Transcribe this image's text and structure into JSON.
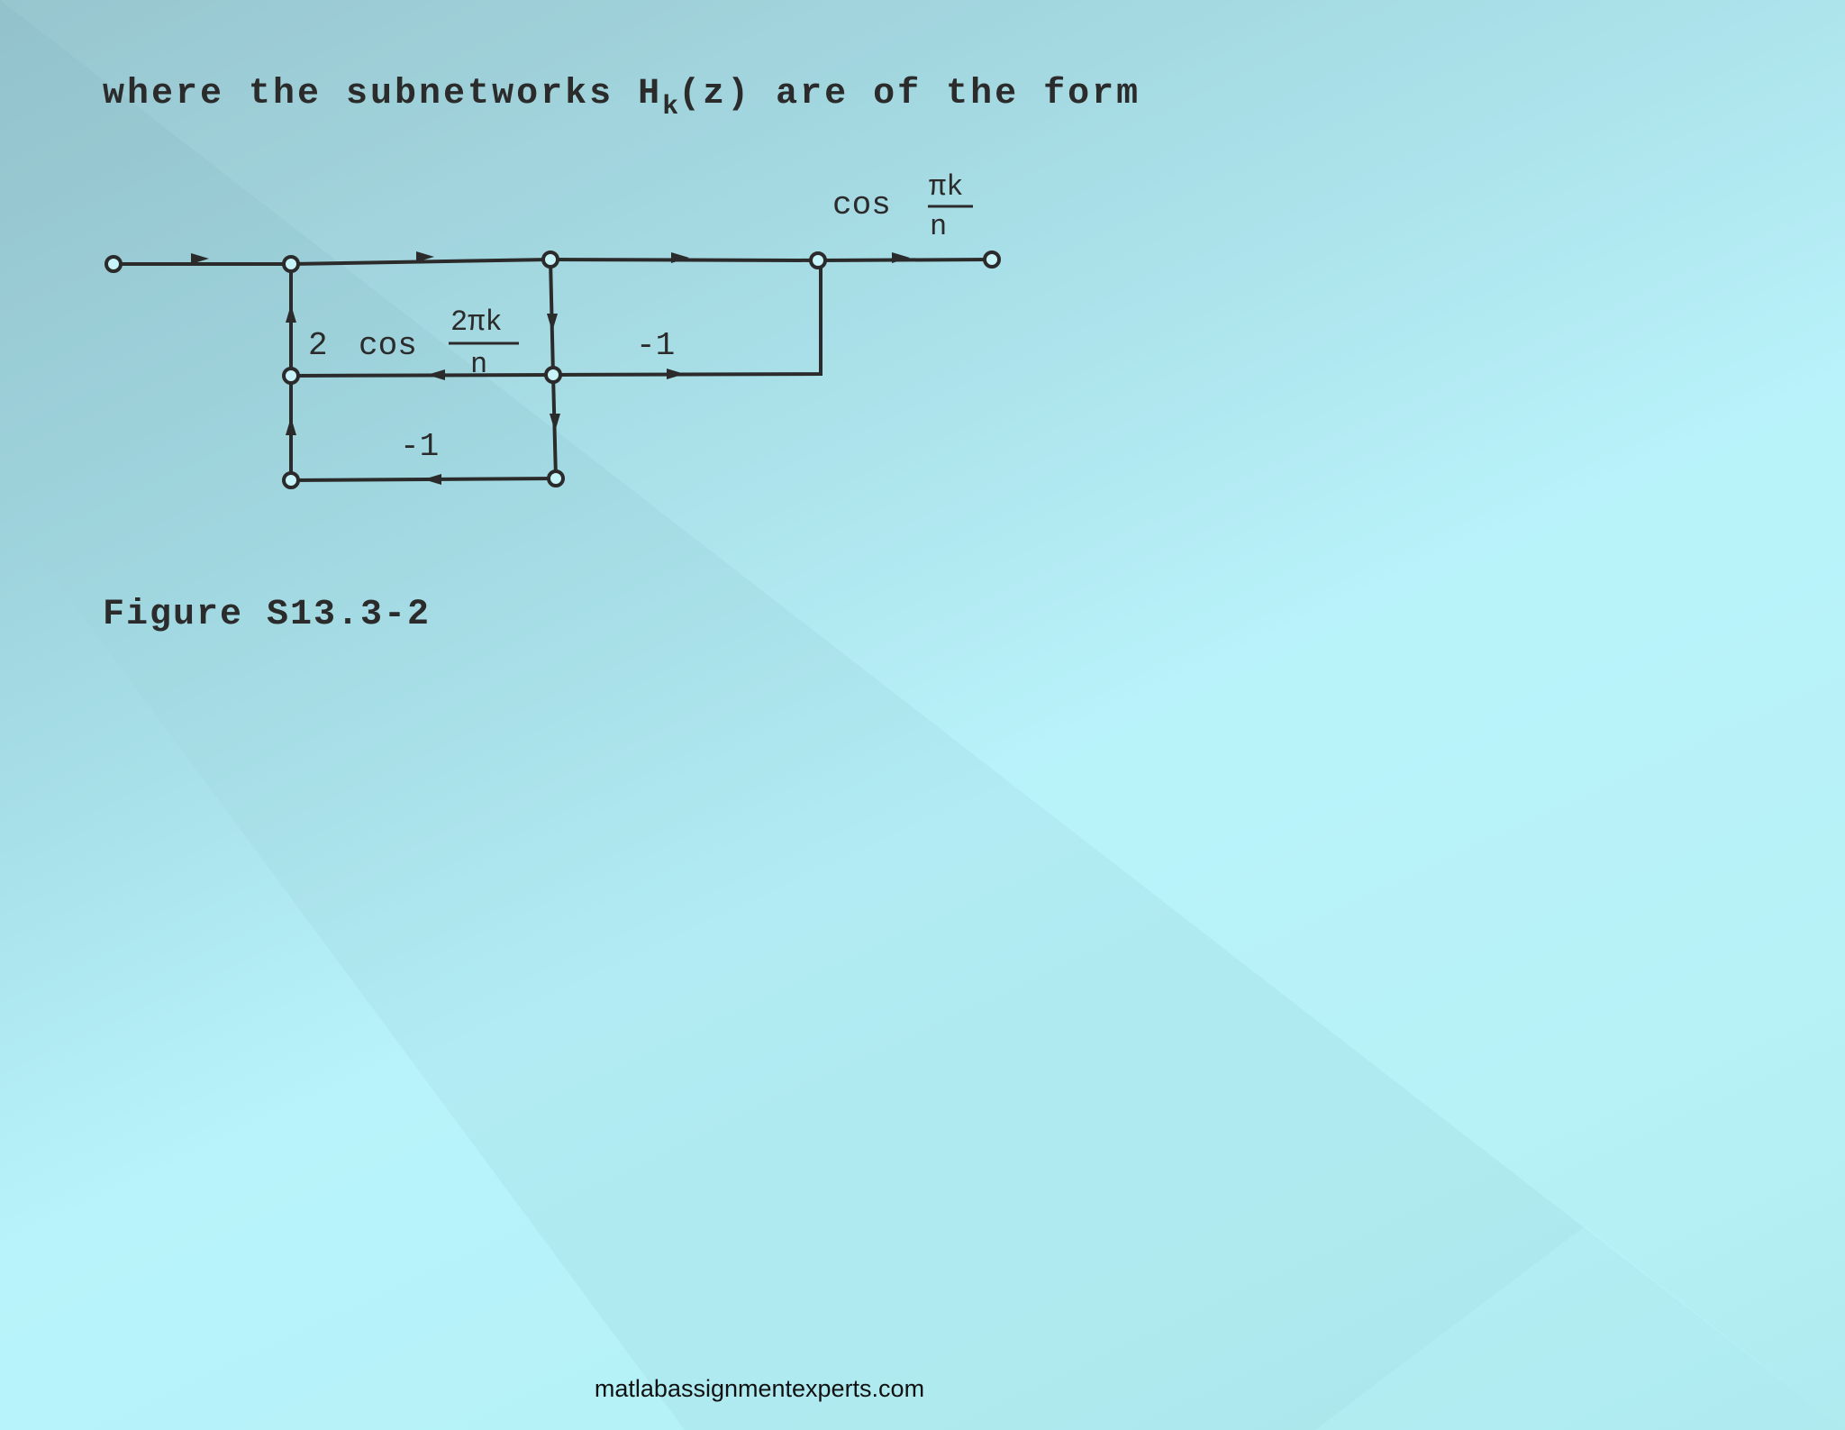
{
  "slide": {
    "heading": {
      "prefix": "where the subnetworks H",
      "subscript": "k",
      "suffix": "(z) are of the form"
    },
    "diagram": {
      "gain_top_right": {
        "func": "cos",
        "numerator": "πk",
        "denominator": "n"
      },
      "gain_feedback": {
        "coef": "2",
        "func": "cos",
        "numerator": "2πk",
        "denominator": "n"
      },
      "gain_right_branch": "-1",
      "gain_bottom_loop": "-1"
    },
    "caption": "Figure S13.3-2",
    "footer": "matlabassignmentexperts.com"
  },
  "colors": {
    "ink": "#2b2b2b",
    "background_light": "#b8f3fb",
    "background_dark": "#8fbcc6"
  }
}
